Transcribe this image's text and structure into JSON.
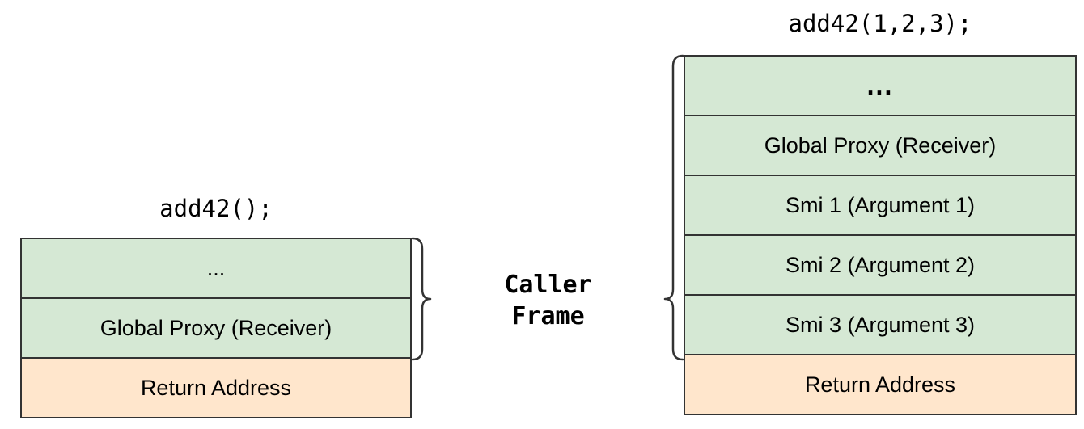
{
  "diagram": {
    "left": {
      "title": "add42();",
      "rows": [
        {
          "label": "...",
          "color": "green"
        },
        {
          "label": "Global Proxy (Receiver)",
          "color": "green"
        },
        {
          "label": "Return Address",
          "color": "orange"
        }
      ]
    },
    "right": {
      "title": "add42(1,2,3);",
      "rows": [
        {
          "label": "...",
          "color": "green"
        },
        {
          "label": "Global Proxy (Receiver)",
          "color": "green"
        },
        {
          "label": "Smi 1 (Argument 1)",
          "color": "green"
        },
        {
          "label": "Smi 2 (Argument 2)",
          "color": "green"
        },
        {
          "label": "Smi 3 (Argument 3)",
          "color": "green"
        },
        {
          "label": "Return Address",
          "color": "orange"
        }
      ]
    },
    "caller_frame": {
      "line1": "Caller",
      "line2": "Frame"
    },
    "colors": {
      "green": "#d5e8d4",
      "orange": "#ffe6cc",
      "border": "#333333"
    }
  }
}
